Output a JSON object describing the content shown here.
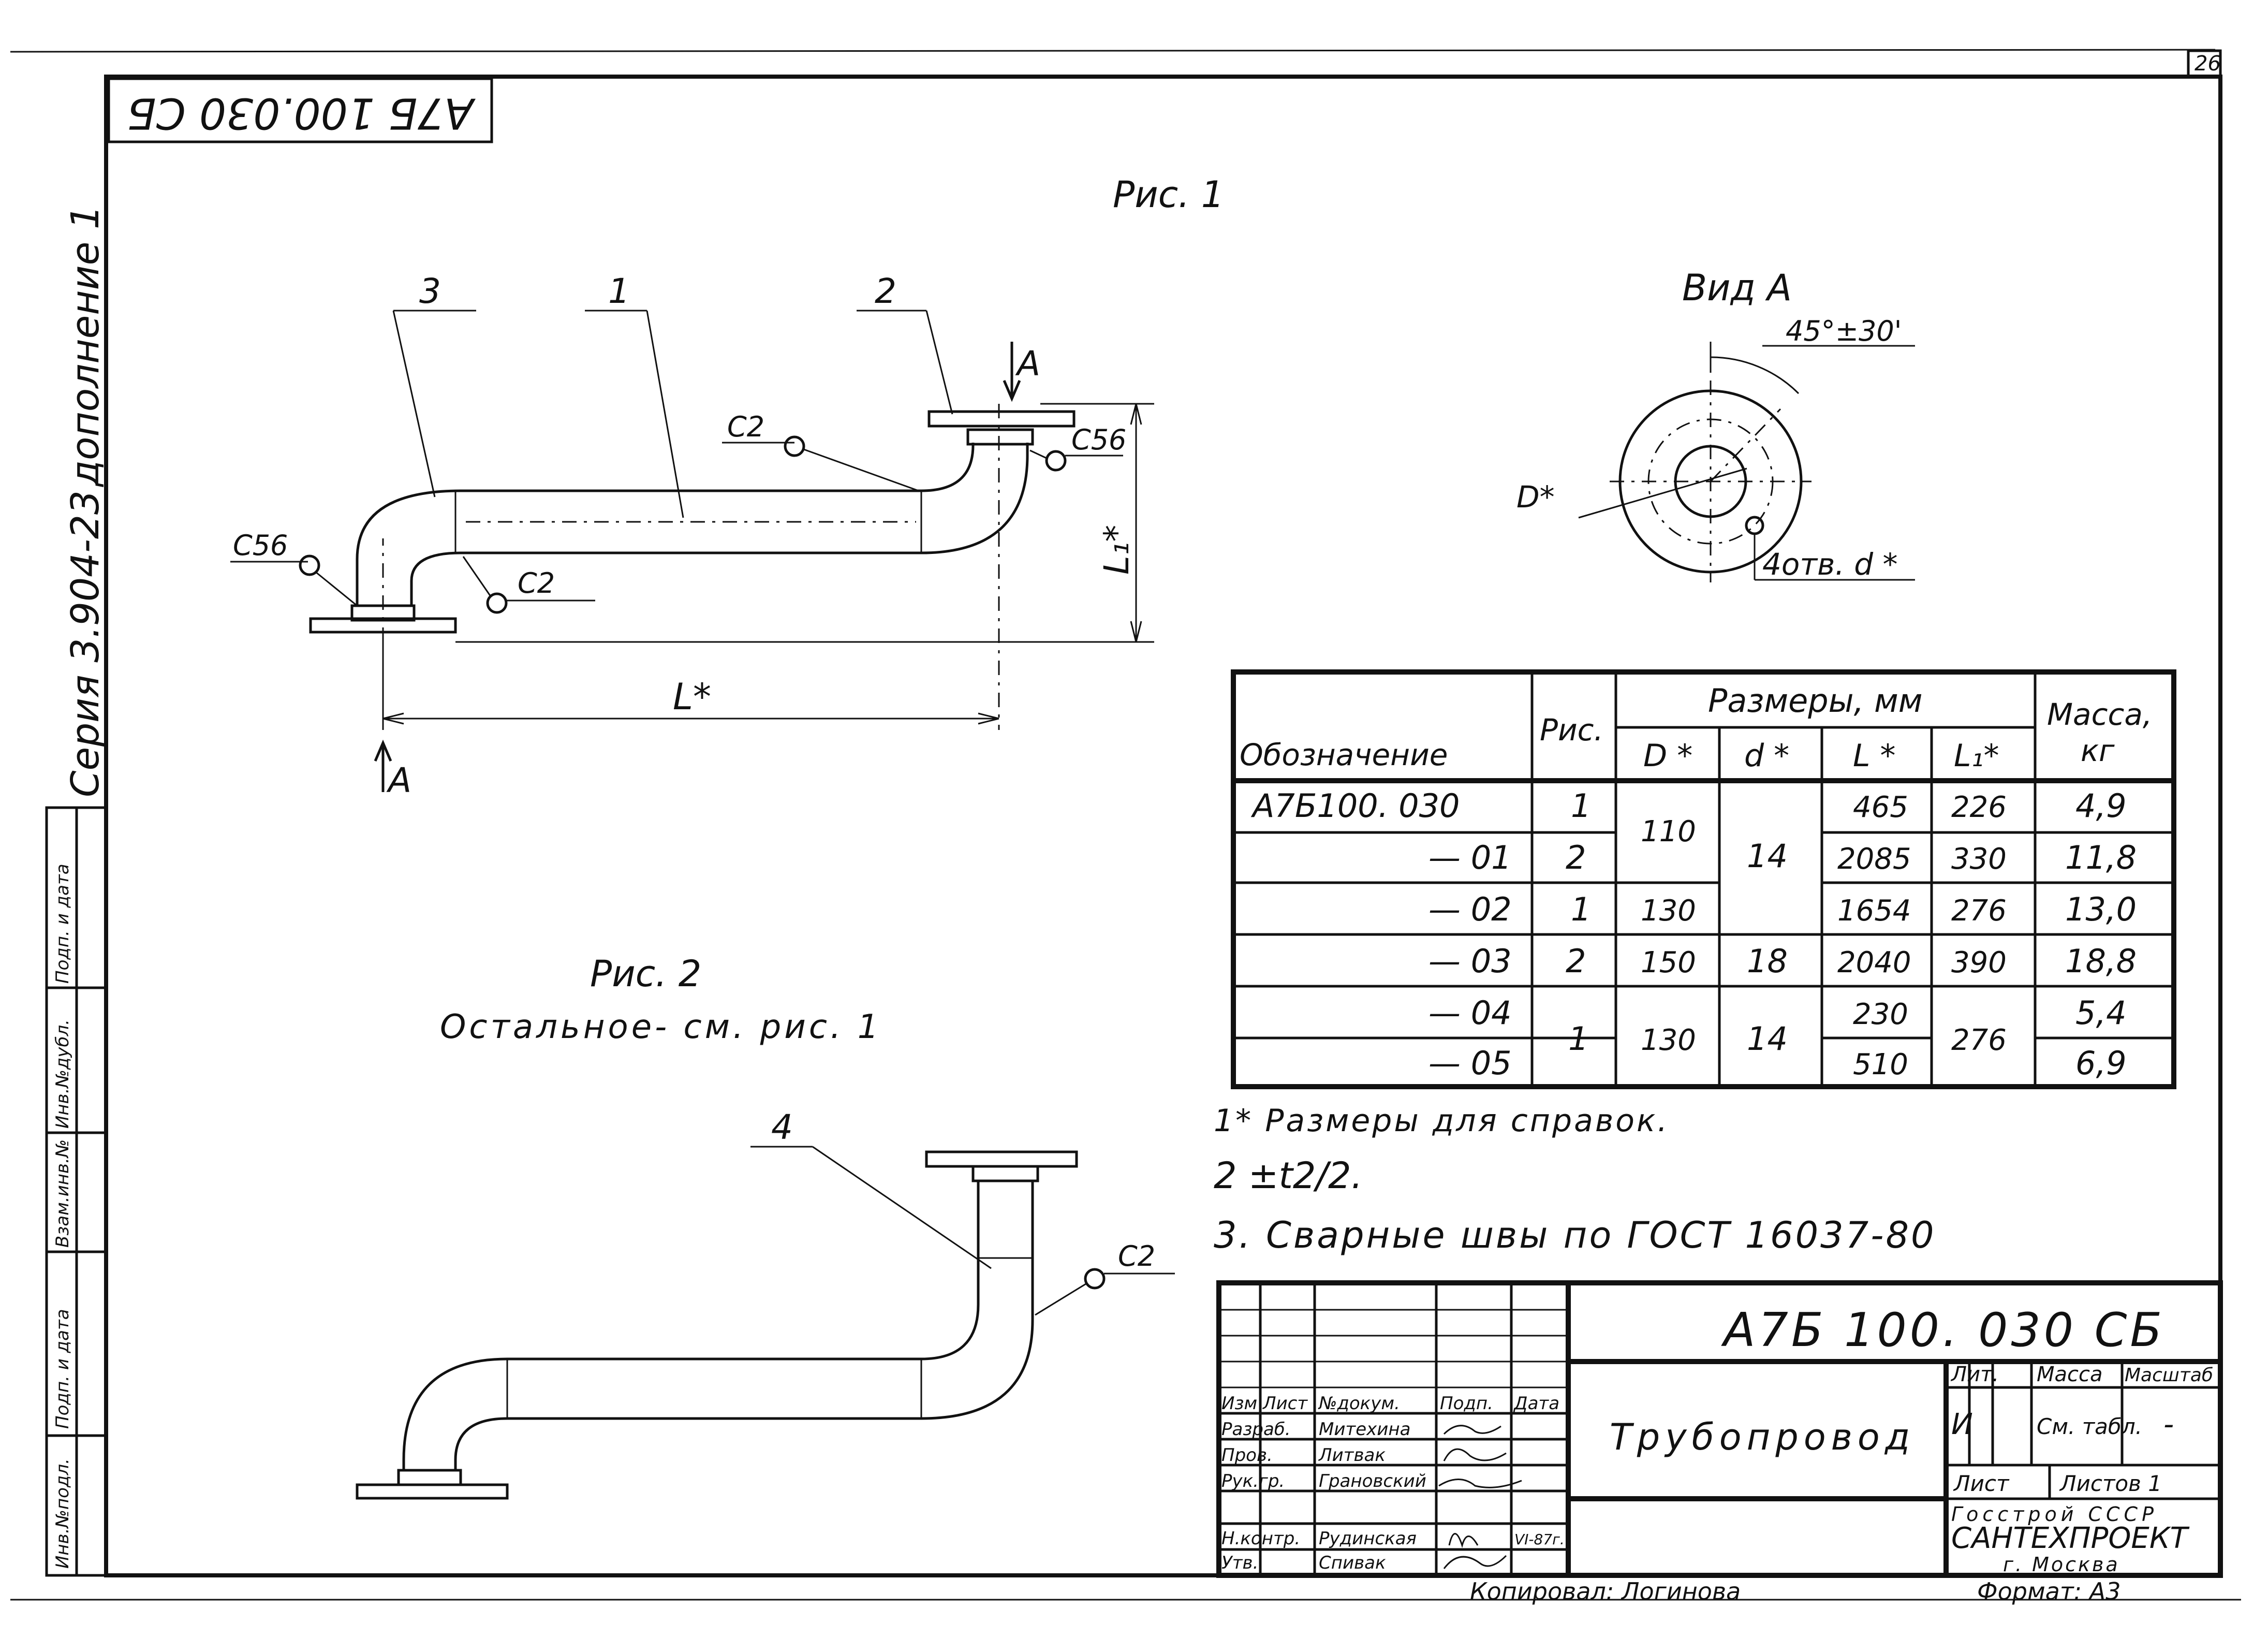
{
  "sheet_number": "26",
  "stamp_top_rotated": "А7Б 100.030 СБ",
  "series_text": "Серия 3.904-23",
  "supplement_text": "дополнение 1",
  "left_strip": {
    "labels": [
      "Инв.№подл.",
      "Подп. и дата",
      "Взам.инв.№",
      "Инв.№дубл.",
      "Подп. и дата"
    ]
  },
  "fig1": {
    "title": "Рис. 1",
    "callouts": [
      "3",
      "1",
      "2"
    ],
    "weld_labels": [
      "C2",
      "C56",
      "C56",
      "C2"
    ],
    "view_mark": "A",
    "view_mark_bottom": "A",
    "dim_L": "L*",
    "dim_L1": "L₁*"
  },
  "view_a": {
    "title": "Вид А",
    "angle": "45°±30'",
    "dia_label": "D*",
    "holes_label": "4отв. d *"
  },
  "fig2": {
    "title": "Рис. 2",
    "subtitle": "Остальное- см. рис. 1",
    "callout": "4",
    "weld_label": "C2"
  },
  "table": {
    "header": {
      "designation": "Обозначение",
      "fig": "Рис.",
      "sizes": "Размеры, мм",
      "mass": "Масса,",
      "mass_unit": "кг",
      "cols": [
        "D *",
        "d *",
        "L *",
        "L₁*"
      ]
    },
    "rows": [
      {
        "designation": "А7Б100. 030",
        "fig": "1",
        "D": "110",
        "d": "14",
        "L": "465",
        "L1": "226",
        "mass": "4,9"
      },
      {
        "designation": "— 01",
        "fig": "2",
        "D": "",
        "d": "",
        "L": "2085",
        "L1": "330",
        "mass": "11,8"
      },
      {
        "designation": "— 02",
        "fig": "1",
        "D": "130",
        "d": "",
        "L": "1654",
        "L1": "276",
        "mass": "13,0"
      },
      {
        "designation": "— 03",
        "fig": "2",
        "D": "150",
        "d": "18",
        "L": "2040",
        "L1": "390",
        "mass": "18,8"
      },
      {
        "designation": "— 04",
        "fig": "1",
        "D": "130",
        "d": "14",
        "L": "230",
        "L1": "276",
        "mass": "5,4"
      },
      {
        "designation": "— 05",
        "fig": "",
        "D": "",
        "d": "",
        "L": "510",
        "L1": "",
        "mass": "6,9"
      }
    ]
  },
  "notes": [
    "1* Размеры для справок.",
    "2 ±t2/2.",
    "3. Сварные швы по ГОСТ 16037-80"
  ],
  "title_block": {
    "code": "А7Б 100. 030 СБ",
    "name": "Трубопровод",
    "head_cols": [
      "Изм",
      "Лист",
      "№докум.",
      "Подп.",
      "Дата"
    ],
    "roles": [
      {
        "role": "Разраб.",
        "name": "Митехина"
      },
      {
        "role": "Пров.",
        "name": "Литвак"
      },
      {
        "role": "Рук.гр.",
        "name": "Грановский"
      },
      {
        "role": "Н.контр.",
        "name": "Рудинская"
      },
      {
        "role": "Утв.",
        "name": "Спивак"
      }
    ],
    "date_value": "VI-87г.",
    "lit_label": "Лит.",
    "mass_label": "Масса",
    "scale_label": "Масштаб",
    "lit_value": "И",
    "mass_value": "См. табл.",
    "scale_value": "-",
    "sheet_label": "Лист",
    "sheets_label": "Листов 1",
    "org1": "Госстрой СССР",
    "org2": "САНТЕХПРОЕКТ",
    "org3": "г. Москва"
  },
  "footer": {
    "copied": "Копировал: Логинова",
    "format": "Формат: А3"
  }
}
